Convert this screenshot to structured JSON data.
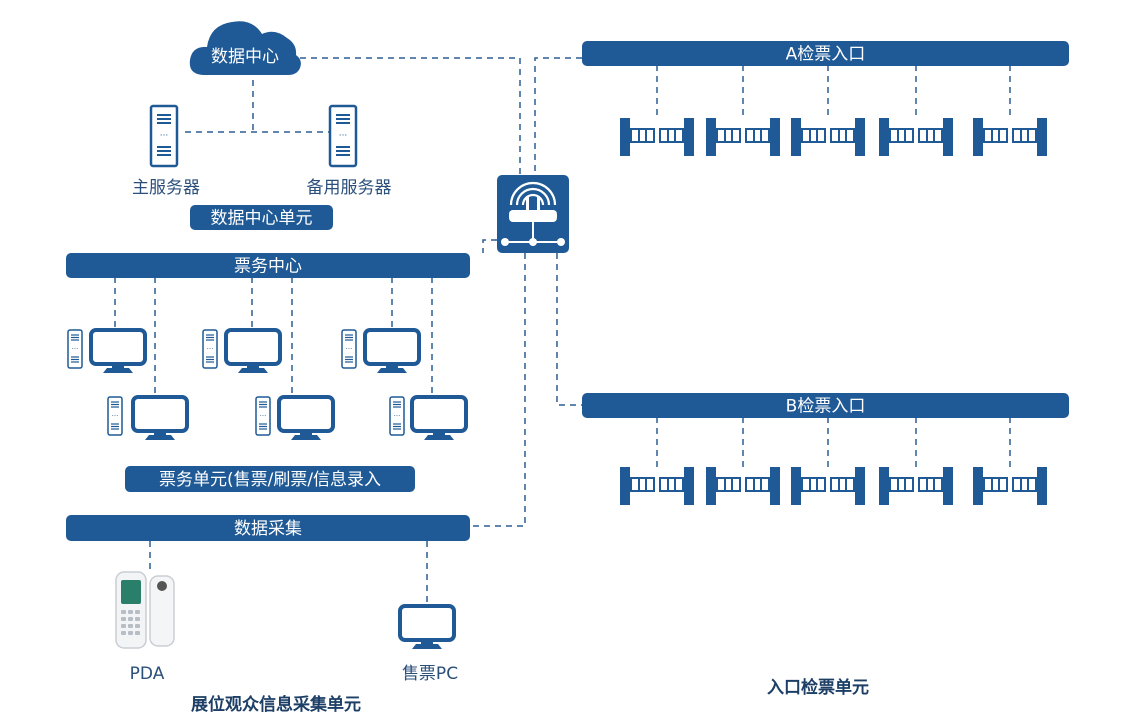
{
  "colors": {
    "primary": "#1f5a96",
    "line": "#2b5f95",
    "text": "#2a4f7a"
  },
  "cloud": {
    "label": "数据中心",
    "icon": "cloud-icon"
  },
  "servers": [
    {
      "label": "主服务器"
    },
    {
      "label": "备用服务器"
    }
  ],
  "datacenter_unit": {
    "label": "数据中心单元"
  },
  "router": {
    "icon": "wifi-router-icon"
  },
  "ticket_center": {
    "label": "票务中心"
  },
  "ticket_unit": {
    "label": "票务单元(售票/刷票/信息录入"
  },
  "data_collection": {
    "label": "数据采集"
  },
  "pda": {
    "label": "PDA"
  },
  "sale_pc": {
    "label": "售票PC"
  },
  "collection_unit": {
    "label": "展位观众信息采集单元"
  },
  "gate_a": {
    "label": "A检票入口",
    "gates": 5
  },
  "gate_b": {
    "label": "B检票入口",
    "gates": 5
  },
  "entry_unit": {
    "label": "入口检票单元"
  }
}
